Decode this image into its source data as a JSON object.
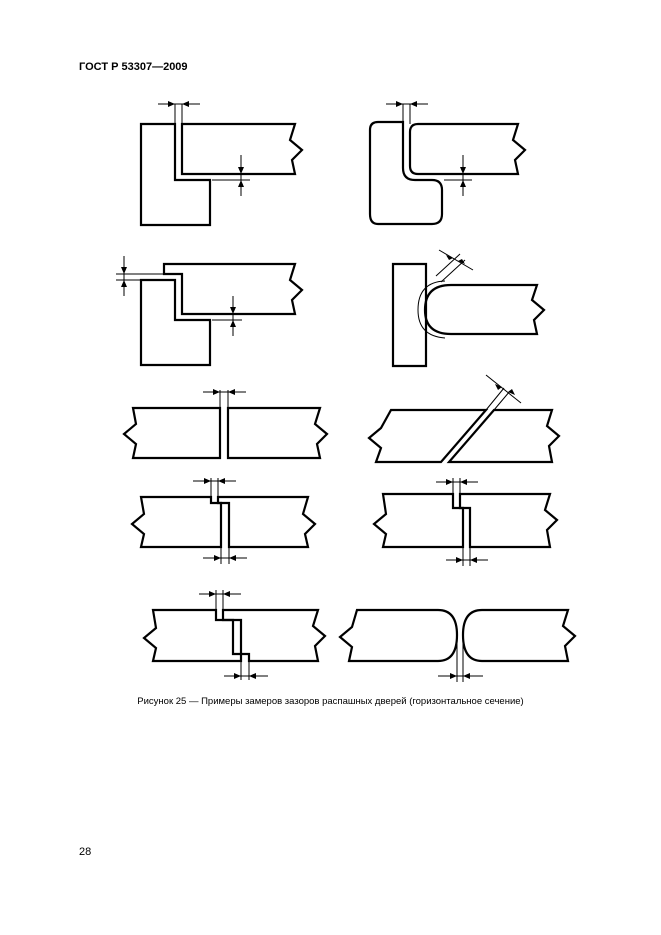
{
  "header": {
    "standard": "ГОСТ Р 53307—2009"
  },
  "figure": {
    "caption": "Рисунок 25 — Примеры замеров зазоров распашных дверей (горизонтальное сечение)"
  },
  "footer": {
    "page_number": "28"
  },
  "colors": {
    "ink": "#000000",
    "paper": "#ffffff"
  }
}
